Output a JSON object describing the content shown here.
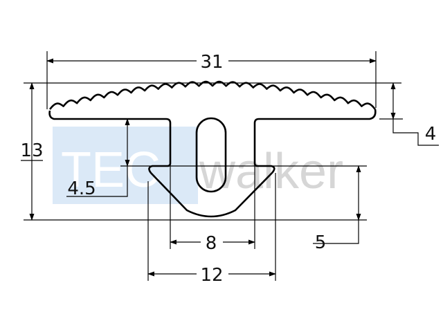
{
  "watermark": {
    "part1": "TEC",
    "part2": "walker",
    "box_color": "#dbe9f7",
    "part1_color": "#ffffff",
    "part2_color": "#d6d6d6"
  },
  "dimensions": {
    "overall_width": "31",
    "overall_height": "13",
    "tread_thickness": "4",
    "stem_to_flange": "4.5",
    "bulb_height": "5",
    "stem_width": "8",
    "bulb_width": "12"
  },
  "colors": {
    "line": "#000000",
    "background": "#ffffff"
  }
}
